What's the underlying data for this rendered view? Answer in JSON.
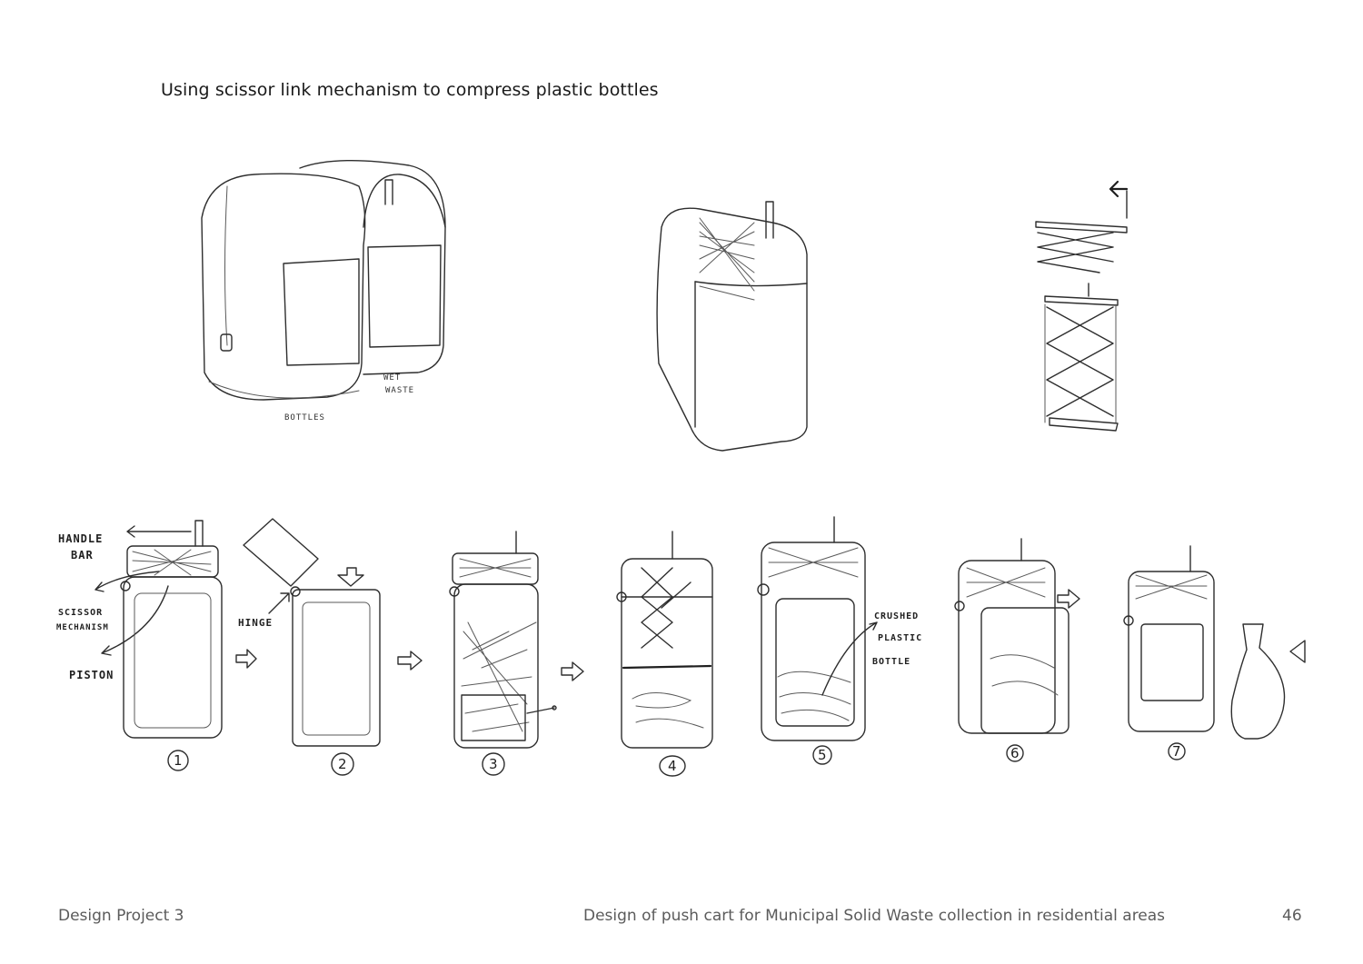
{
  "heading": "Using scissor link mechanism to compress plastic bottles",
  "sketch_labels": {
    "bottles": "BOTTLES",
    "wet_waste_line1": "WET",
    "wet_waste_line2": "WASTE",
    "handle_bar_line1": "HANDLE",
    "handle_bar_line2": "BAR",
    "scissor_line1": "SCISSOR",
    "scissor_line2": "MECHANISM",
    "piston": "PISTON",
    "hinge": "HINGE",
    "crushed_line1": "CRUSHED",
    "crushed_line2": "PLASTIC",
    "crushed_line3": "BOTTLE"
  },
  "steps": [
    "1",
    "2",
    "3",
    "4",
    "5",
    "6",
    "7"
  ],
  "footer": {
    "left": "Design Project 3",
    "center": "Design of push cart for Municipal Solid Waste collection in residential areas",
    "page_number": "46"
  }
}
